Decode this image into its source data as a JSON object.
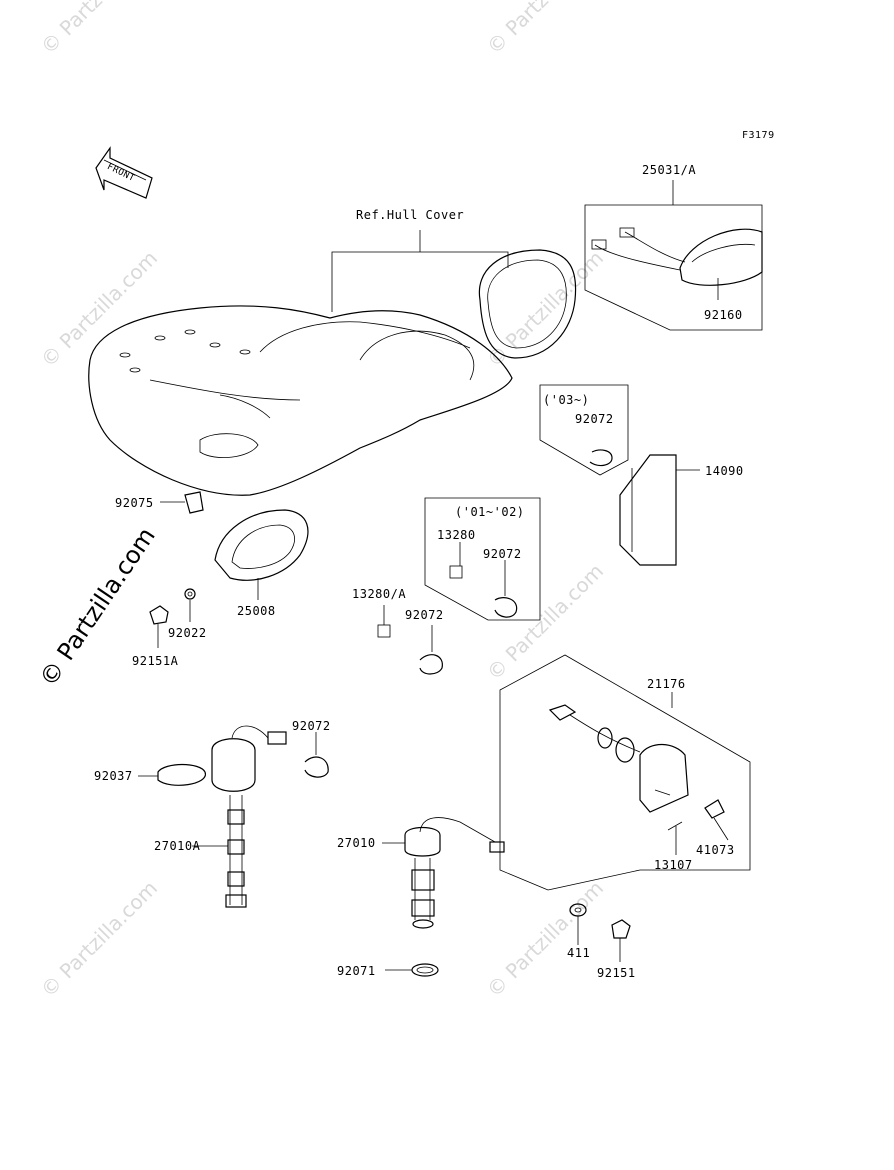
{
  "figure_code": "F3179",
  "front_arrow_label": "FRONT",
  "ref_label": "Ref.Hull Cover",
  "watermarks": {
    "repeated": "© Partzilla.com",
    "main": "© Partzilla.com"
  },
  "parts": {
    "p25031A": "25031/A",
    "p92160": "92160",
    "p03note": "('03~)",
    "p92072a": "92072",
    "p14090": "14090",
    "p92075": "92075",
    "p0102note": "('01~'02)",
    "p13280": "13280",
    "p92072b": "92072",
    "p13280A": "13280/A",
    "p92072c": "92072",
    "p25008": "25008",
    "p92022": "92022",
    "p92151A": "92151A",
    "p21176": "21176",
    "p92072d": "92072",
    "p92037": "92037",
    "p27010A": "27010A",
    "p27010": "27010",
    "p13107": "13107",
    "p41073": "41073",
    "p411": "411",
    "p92151": "92151",
    "p92071": "92071"
  }
}
